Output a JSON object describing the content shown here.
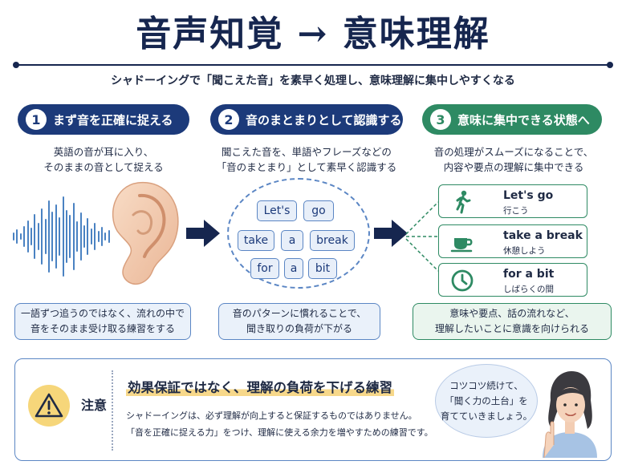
{
  "header": {
    "title": "音声知覚 → 意味理解",
    "subtitle": "シャドーイングで「聞こえた音」を素早く処理し、意味理解に集中しやすくなる"
  },
  "steps": [
    {
      "number": "1",
      "label": "まず音を正確に捉える",
      "desc": [
        "英語の音が耳に入り、",
        "そのままの音として捉える"
      ],
      "note": [
        "一語ずつ追うのではなく、流れの中で",
        "音をそのまま受け取る練習をする"
      ]
    },
    {
      "number": "2",
      "label": "音のまとまりとして認識する",
      "desc": [
        "聞こえた音を、単語やフレーズなどの",
        "「音のまとまり」として素早く認識する"
      ],
      "chunks": [
        "Let's",
        "go",
        "take",
        "a",
        "break",
        "for",
        "a",
        "bit"
      ],
      "note": [
        "音のパターンに慣れることで、",
        "聞き取りの負荷が下がる"
      ]
    },
    {
      "number": "3",
      "label": "意味に集中できる状態へ",
      "desc": [
        "音の処理がスムーズになることで、",
        "内容や要点の理解に集中できる"
      ],
      "examples": [
        {
          "en": "Let's go",
          "ja": "行こう",
          "icon": "walking-person-icon"
        },
        {
          "en": "take a break",
          "ja": "休憩しよう",
          "icon": "coffee-cup-icon"
        },
        {
          "en": "for a bit",
          "ja": "しばらくの間",
          "icon": "clock-icon"
        }
      ],
      "note": [
        "意味や要点、話の流れなど、",
        "理解したいことに意識を向けられる"
      ]
    }
  ],
  "caution": {
    "label": "注意",
    "title": "効果保証ではなく、理解の負荷を下げる練習",
    "lines": [
      "シャドーイングは、必ず理解が向上すると保証するものではありません。",
      "「音を正確に捉える力」をつけ、理解に使える余力を増やすための練習です。"
    ],
    "bubble": [
      "コツコツ続けて、",
      "「聞く力の土台」を",
      "育てていきましょう。"
    ]
  },
  "colors": {
    "navy": "#16264f",
    "blue": "#1c3a7a",
    "green": "#2e8a63",
    "lightBlue": "#eaf1fa",
    "lightGreen": "#eaf5ee"
  }
}
